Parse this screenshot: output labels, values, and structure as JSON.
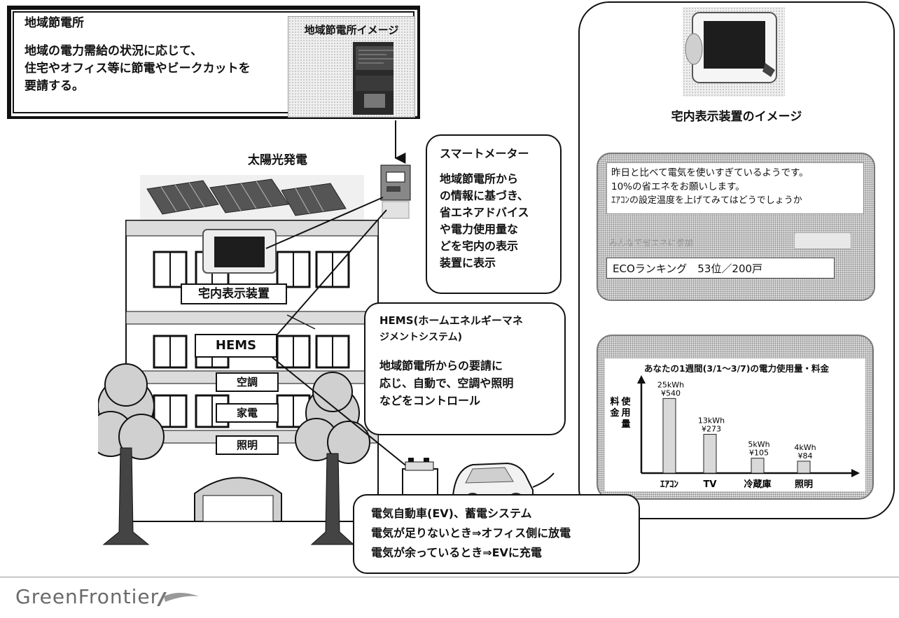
{
  "sector": {
    "title": "地域節電所",
    "desc_lines": [
      "地域の電力需給の状況に応じて、",
      "住宅やオフィス等に節電やビークカットを",
      "要請する。"
    ],
    "image_caption": "地域節電所イメージ"
  },
  "solar_label": "太陽光発電",
  "smart_meter": {
    "title": "スマートメーター",
    "lines": [
      "地域節電所から",
      "の情報に基づき、",
      "省エネアドバイス",
      "や電力使用量な",
      "どを宅内の表示",
      "装置に表示"
    ]
  },
  "hems": {
    "title_lines": [
      "HEMS(ホームエネルギーマネ",
      "ジメントシステム)"
    ],
    "lines": [
      "地域節電所からの要請に",
      "応じ、自動で、空調や照明",
      "などをコントロール"
    ]
  },
  "building": {
    "display_label": "宅内表示装置",
    "hems_label": "HEMS",
    "ac_label": "空調",
    "appliance_label": "家電",
    "lighting_label": "照明"
  },
  "ev": {
    "lines": [
      "電気自動車(EV)、蓄電システム",
      "電気が足りないとき⇒オフィス側に放電",
      "電気が余っているとき⇒EVに充電"
    ]
  },
  "display_device_caption": "宅内表示装置のイメージ",
  "advice_screen": {
    "lines": [
      "昨日と比べて電気を使いすぎているようです。",
      "10%の省エネをお願いします。",
      "ｴｱｺﾝの設定温度を上げてみてはどうでしょうか"
    ],
    "join_text": "みんなで省エネに参加",
    "ranking": "ECOランキング　53位／200戸"
  },
  "logo_text": "GreenFrontier",
  "chart_data": {
    "type": "bar",
    "title": "あなたの1週間(3/1〜3/7)の電力使用量・料金",
    "ylabel": "使用量 料金",
    "categories": [
      "ｴｱｺﾝ",
      "TV",
      "冷蔵庫",
      "照明"
    ],
    "series": [
      {
        "values": [
          25,
          13,
          5,
          4
        ]
      }
    ],
    "value_labels": [
      "25kWh",
      "13kWh",
      "5kWh",
      "4kWh"
    ],
    "cost_labels": [
      "¥540",
      "¥273",
      "¥105",
      "¥84"
    ],
    "ylim": [
      0,
      30
    ],
    "grid": false,
    "colors": {
      "bar": "#d9d9d9",
      "screen_frame": "#555555"
    }
  }
}
